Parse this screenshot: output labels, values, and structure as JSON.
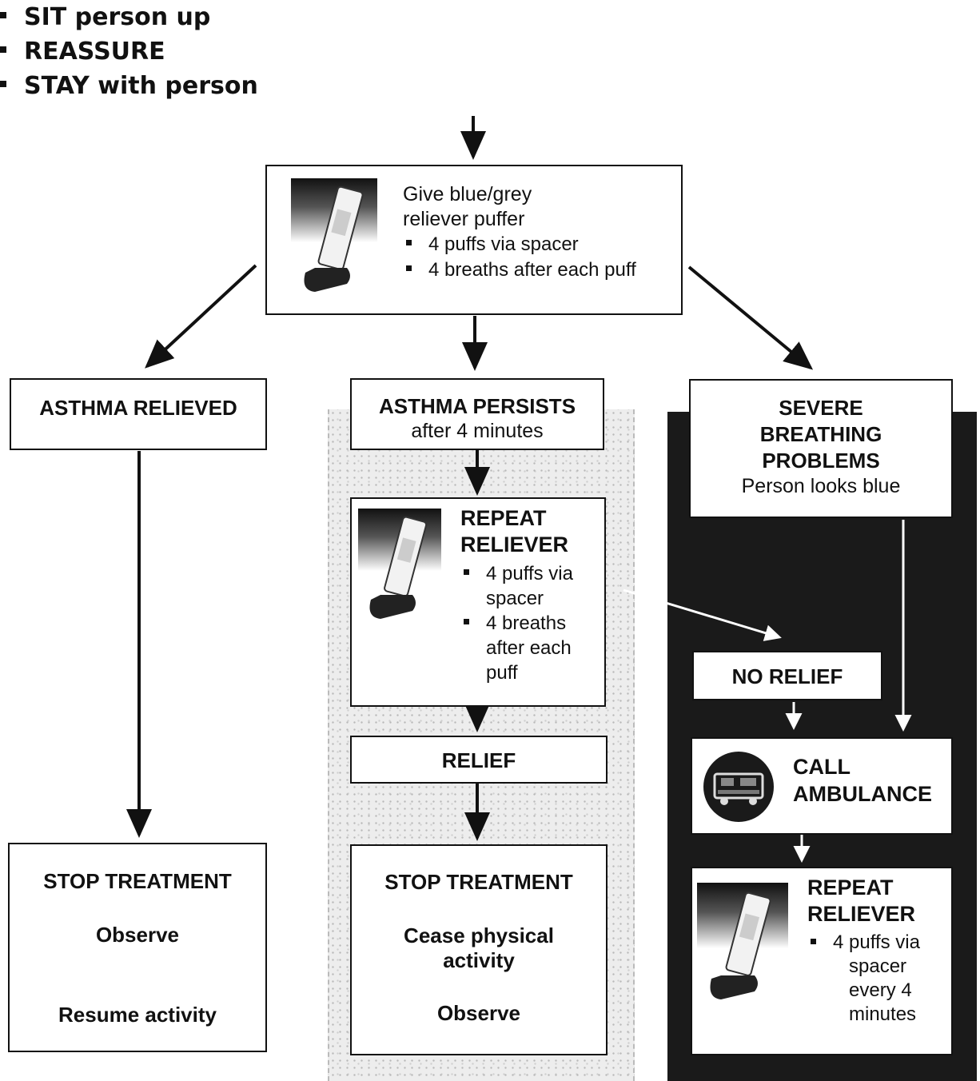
{
  "top_steps": [
    "SIT person up",
    "REASSURE",
    "STAY with person"
  ],
  "give_reliever": {
    "title_line1": "Give blue/grey",
    "title_line2": "reliever puffer",
    "bullets": [
      "4 puffs via spacer",
      "4 breaths after each puff"
    ]
  },
  "relieved": {
    "heading": "ASTHMA RELIEVED",
    "stop": {
      "heading": "STOP TREATMENT",
      "line1": "Observe",
      "line2": "Resume activity"
    }
  },
  "persists": {
    "heading": "ASTHMA PERSISTS",
    "sub": "after 4 minutes",
    "repeat": {
      "title_line1": "REPEAT",
      "title_line2": "RELIEVER",
      "b1_line1": "4 puffs via",
      "b1_line2": "spacer",
      "b2_line1": "4 breaths",
      "b2_line2": "after each",
      "b2_line3": "puff"
    },
    "relief": "RELIEF",
    "stop": {
      "heading": "STOP TREATMENT",
      "line1": "Cease physical",
      "line2": "activity",
      "line3": "Observe"
    }
  },
  "severe": {
    "h1": "SEVERE",
    "h2": "BREATHING",
    "h3": "PROBLEMS",
    "sub": "Person looks blue",
    "no_relief": "NO RELIEF",
    "ambulance_line1": "CALL",
    "ambulance_line2": "AMBULANCE",
    "repeat": {
      "title_line1": "REPEAT",
      "title_line2": "RELIEVER",
      "b1_line1": "4 puffs via",
      "b1_line2": "spacer",
      "b1_line3": "every 4",
      "b1_line4": "minutes"
    }
  },
  "icons": {
    "inhaler": "inhaler-icon",
    "ambulance": "ambulance-icon"
  }
}
